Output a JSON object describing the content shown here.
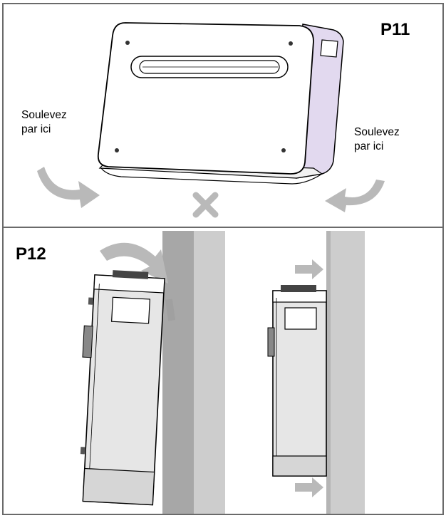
{
  "panels": [
    {
      "id": "P11",
      "label": "P11",
      "lift_label_left": "Soulevez\npar ici",
      "lift_label_right": "Soulevez\npar ici",
      "forbidden_mark": "cross-icon"
    },
    {
      "id": "P12",
      "label": "P12"
    }
  ],
  "colors": {
    "border": "#6a6a6a",
    "unit_side": "#e2d9ef",
    "arrow": "#b9b9b9",
    "wall_dark": "#a7a7a7",
    "wall_light": "#cdcdcd",
    "unit_body": "#e6e6e6"
  },
  "icons": [
    "curved-arrow-icon",
    "cross-icon",
    "push-arrow-icon"
  ]
}
